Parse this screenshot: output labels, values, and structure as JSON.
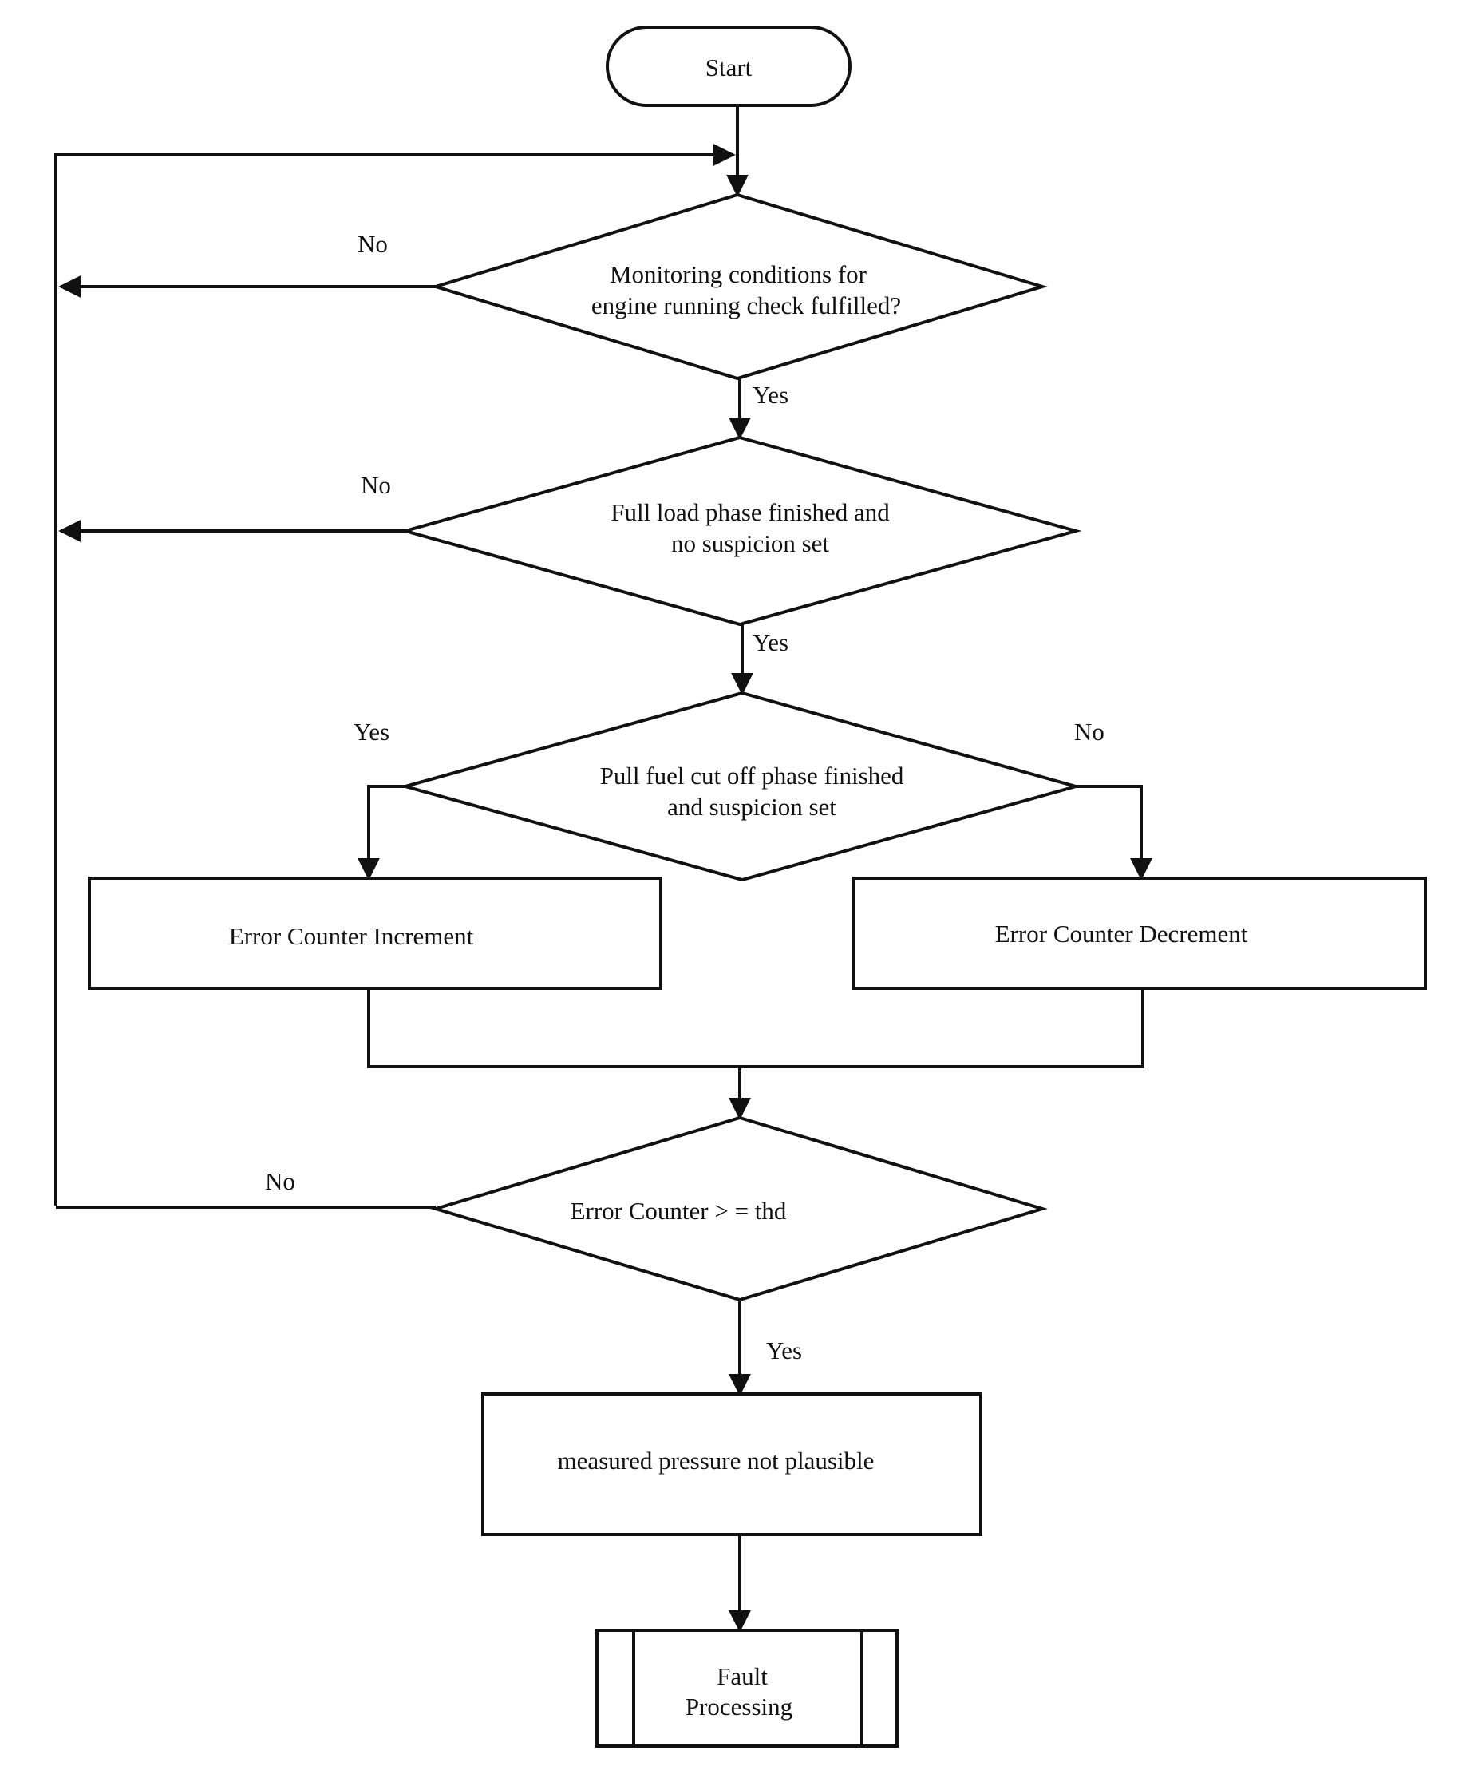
{
  "diagram": {
    "nodes": {
      "start": "Start",
      "check_monitoring": [
        "Monitoring  conditions for",
        "engine running check fulfilled?"
      ],
      "check_full_load": [
        "Full load phase finished and",
        "no suspicion set"
      ],
      "check_fuel_cut": [
        "Pull fuel cut off phase finished",
        "and suspicion set"
      ],
      "increment": "Error Counter Increment",
      "decrement": "Error Counter Decrement",
      "check_threshold": "Error Counter > = thd",
      "not_plausible": "measured pressure not plausible",
      "fault": [
        "Fault",
        "Processing"
      ]
    },
    "edge_labels": {
      "monitoring_no": "No",
      "monitoring_yes": "Yes",
      "full_load_no": "No",
      "full_load_yes": "Yes",
      "fuel_cut_yes": "Yes",
      "fuel_cut_no": "No",
      "threshold_no": "No",
      "threshold_yes": "Yes"
    },
    "colors": {
      "stroke": "#111111",
      "background": "#ffffff"
    }
  }
}
